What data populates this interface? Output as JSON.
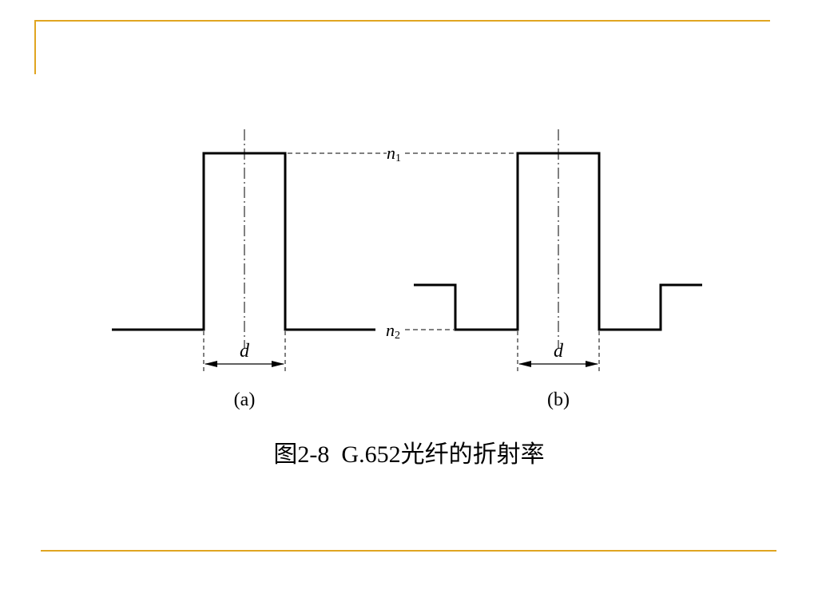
{
  "slide": {
    "accent_color": "#E0A521",
    "caption": "图2-8  G.652光纤的折射率"
  },
  "figure": {
    "labels": {
      "n1_base": "n",
      "n1_sub": "1",
      "n2_base": "n",
      "n2_sub": "2",
      "d_a": "d",
      "d_b": "d",
      "panel_a": "(a)",
      "panel_b": "(b)"
    }
  }
}
